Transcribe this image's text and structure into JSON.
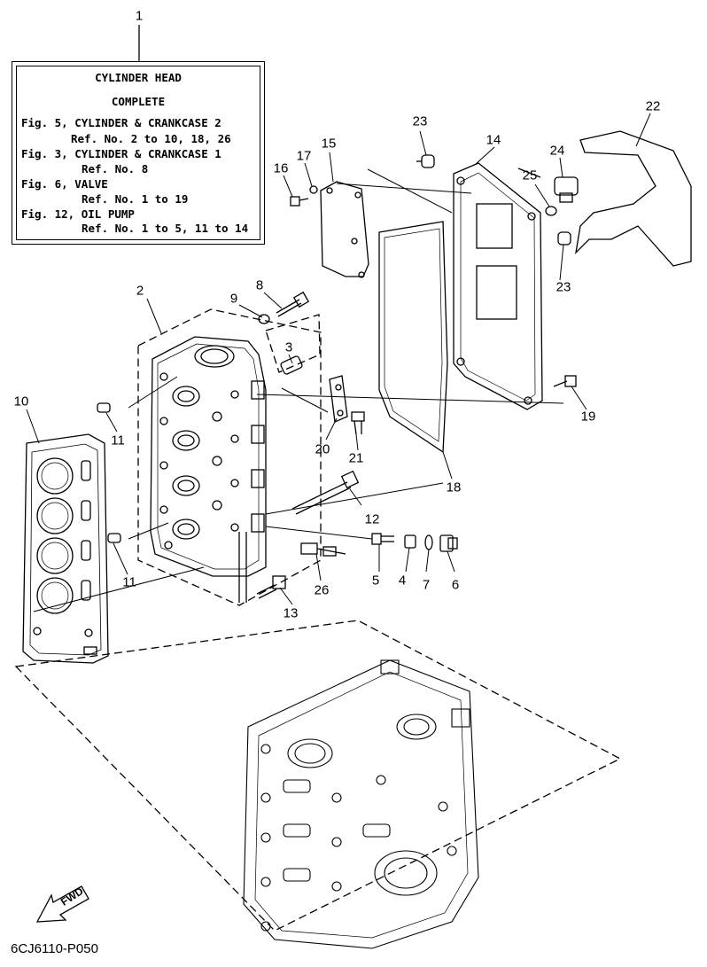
{
  "info_box": {
    "title_1": "CYLINDER HEAD",
    "title_2": "COMPLETE",
    "refs": [
      {
        "fig": "Fig. 5, CYLINDER & CRANKCASE 2",
        "ref": "Ref. No. 2 to 10, 18, 26"
      },
      {
        "fig": "Fig. 3, CYLINDER & CRANKCASE 1",
        "ref": "Ref. No. 8"
      },
      {
        "fig": "Fig. 6, VALVE",
        "ref": "Ref. No. 1 to 19"
      },
      {
        "fig": "Fig. 12, OIL PUMP",
        "ref": "Ref. No. 1 to 5, 11 to 14"
      }
    ]
  },
  "parts": [
    {
      "id": "1",
      "label": "1"
    },
    {
      "id": "2",
      "label": "2"
    },
    {
      "id": "3",
      "label": "3"
    },
    {
      "id": "4",
      "label": "4"
    },
    {
      "id": "5",
      "label": "5"
    },
    {
      "id": "6",
      "label": "6"
    },
    {
      "id": "7",
      "label": "7"
    },
    {
      "id": "8",
      "label": "8"
    },
    {
      "id": "9",
      "label": "9"
    },
    {
      "id": "10",
      "label": "10"
    },
    {
      "id": "11a",
      "label": "11"
    },
    {
      "id": "11b",
      "label": "11"
    },
    {
      "id": "12",
      "label": "12"
    },
    {
      "id": "13",
      "label": "13"
    },
    {
      "id": "14",
      "label": "14"
    },
    {
      "id": "15",
      "label": "15"
    },
    {
      "id": "16",
      "label": "16"
    },
    {
      "id": "17",
      "label": "17"
    },
    {
      "id": "18",
      "label": "18"
    },
    {
      "id": "19",
      "label": "19"
    },
    {
      "id": "20",
      "label": "20"
    },
    {
      "id": "21",
      "label": "21"
    },
    {
      "id": "22",
      "label": "22"
    },
    {
      "id": "23a",
      "label": "23"
    },
    {
      "id": "23b",
      "label": "23"
    },
    {
      "id": "24",
      "label": "24"
    },
    {
      "id": "25",
      "label": "25"
    },
    {
      "id": "26",
      "label": "26"
    }
  ],
  "fwd_label": "FWD",
  "drawing_code": "6CJ6110-P050"
}
